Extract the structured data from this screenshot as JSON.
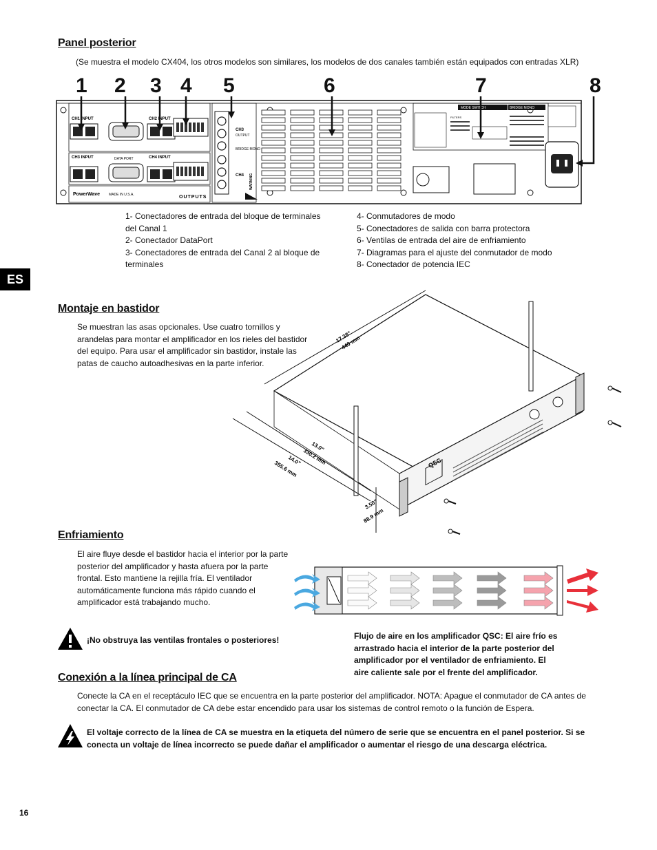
{
  "sections": {
    "rear_panel": {
      "title": "Panel posterior",
      "note": "(Se muestra el modelo CX404, los otros modelos son similares, los modelos de dos canales también están equipados con entradas XLR)",
      "callouts": [
        "1",
        "2",
        "3",
        "4",
        "5",
        "6",
        "7",
        "8"
      ],
      "legend_left": [
        "1- Conectadores de entrada del bloque de terminales del Canal 1",
        "2- Conectador DataPort",
        "3- Conectadores de entrada del Canal 2 al bloque de terminales"
      ],
      "legend_right": [
        "4- Conmutadores de modo",
        "5- Conectadores de salida con barra protectora",
        "6- Ventilas de entrada del aire de enfriamiento",
        "7- Diagramas para el ajuste del conmutador de modo",
        "8- Conectador de potencia IEC"
      ],
      "panel_labels": {
        "ch1_input": "CH1 INPUT",
        "ch2_input": "CH2 INPUT",
        "ch3_input": "CH3 INPUT",
        "ch4_input": "CH4 INPUT",
        "ch3": "CH3",
        "ch4": "CH4",
        "data_port": "DATA PORT",
        "brand": "PowerWave",
        "made_in": "MADE IN U.S.A.",
        "outputs": "OUTPUTS",
        "output": "OUTPUT",
        "bridge_mono": "BRIDGE MONO",
        "mode_switch": "MODE SWITCH",
        "bridge_mono_top": "BRIDGE MONO",
        "filters": "FILTERS",
        "warning": "WARNING"
      }
    },
    "rack_mount": {
      "title": "Montaje en bastidor",
      "body": "Se muestran las asas opcionales. Use cuatro tornillos y arandelas para montar el amplificador en los rieles del bastidor del equipo. Para usar el amplificador sin bastidor, instale las patas de caucho autoadhesivas en la parte inferior.",
      "dims": {
        "depth_in": "17.38\"",
        "depth_mm": "440 mm",
        "d1_in": "13.0\"",
        "d1_mm": "330.2 mm",
        "d2_in": "14.0\"",
        "d2_mm": "355.6 mm",
        "h_in": "3.50\"",
        "h_mm": "88.9 mm"
      },
      "front_brand": "QSC"
    },
    "cooling": {
      "title": "Enfriamiento",
      "body": "El aire fluye desde el bastidor hacia el interior por la parte posterior del amplificador y hasta afuera por la parte frontal. Esto mantiene la rejilla fría. El ventilador automáticamente funciona más rápido cuando el amplificador está trabajando mucho.",
      "warning": "¡No obstruya las ventilas frontales o posteriores!",
      "caption": "Flujo de aire en los amplificador QSC: El aire frío es arrastrado hacia el interior de la parte posterior del amplificador por el ventilador de enfriamiento. El aire caliente sale por el frente del amplificador."
    },
    "ac_mains": {
      "title": "Conexión a la línea principal de CA",
      "body": "Conecte la CA en el receptáculo IEC que se encuentra en la parte posterior del amplificador. NOTA: Apague el conmutador de CA antes de conectar la CA. El conmutador de CA debe estar encendido para usar los sistemas de control remoto o la función de Espera.",
      "warning": "El voltaje correcto de la línea de CA se muestra en la etiqueta del número de serie que se encuentra en el panel posterior. Si se conecta un voltaje de línea incorrecto se puede dañar el amplificador o aumentar el riesgo de una descarga eléctrica."
    }
  },
  "language_tab": "ES",
  "page_number": "16",
  "colors": {
    "arrow_red": "#e8303a",
    "arrow_blue": "#4aa8e0",
    "tab_bg": "#000000"
  }
}
